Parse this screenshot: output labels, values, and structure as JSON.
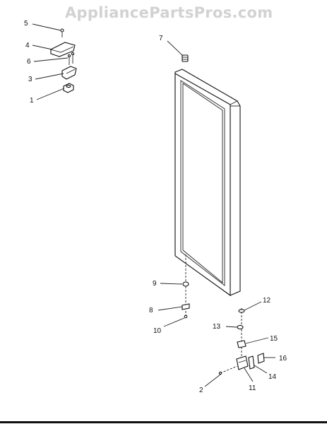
{
  "watermark": "AppliancePartsPros.com",
  "labels": {
    "p1": "1",
    "p2": "2",
    "p3": "3",
    "p4": "4",
    "p5": "5",
    "p6": "6",
    "p7": "7",
    "p8": "8",
    "p9": "9",
    "p10": "10",
    "p11": "11",
    "p12": "12",
    "p13": "13",
    "p14": "14",
    "p15": "15",
    "p16": "16"
  }
}
